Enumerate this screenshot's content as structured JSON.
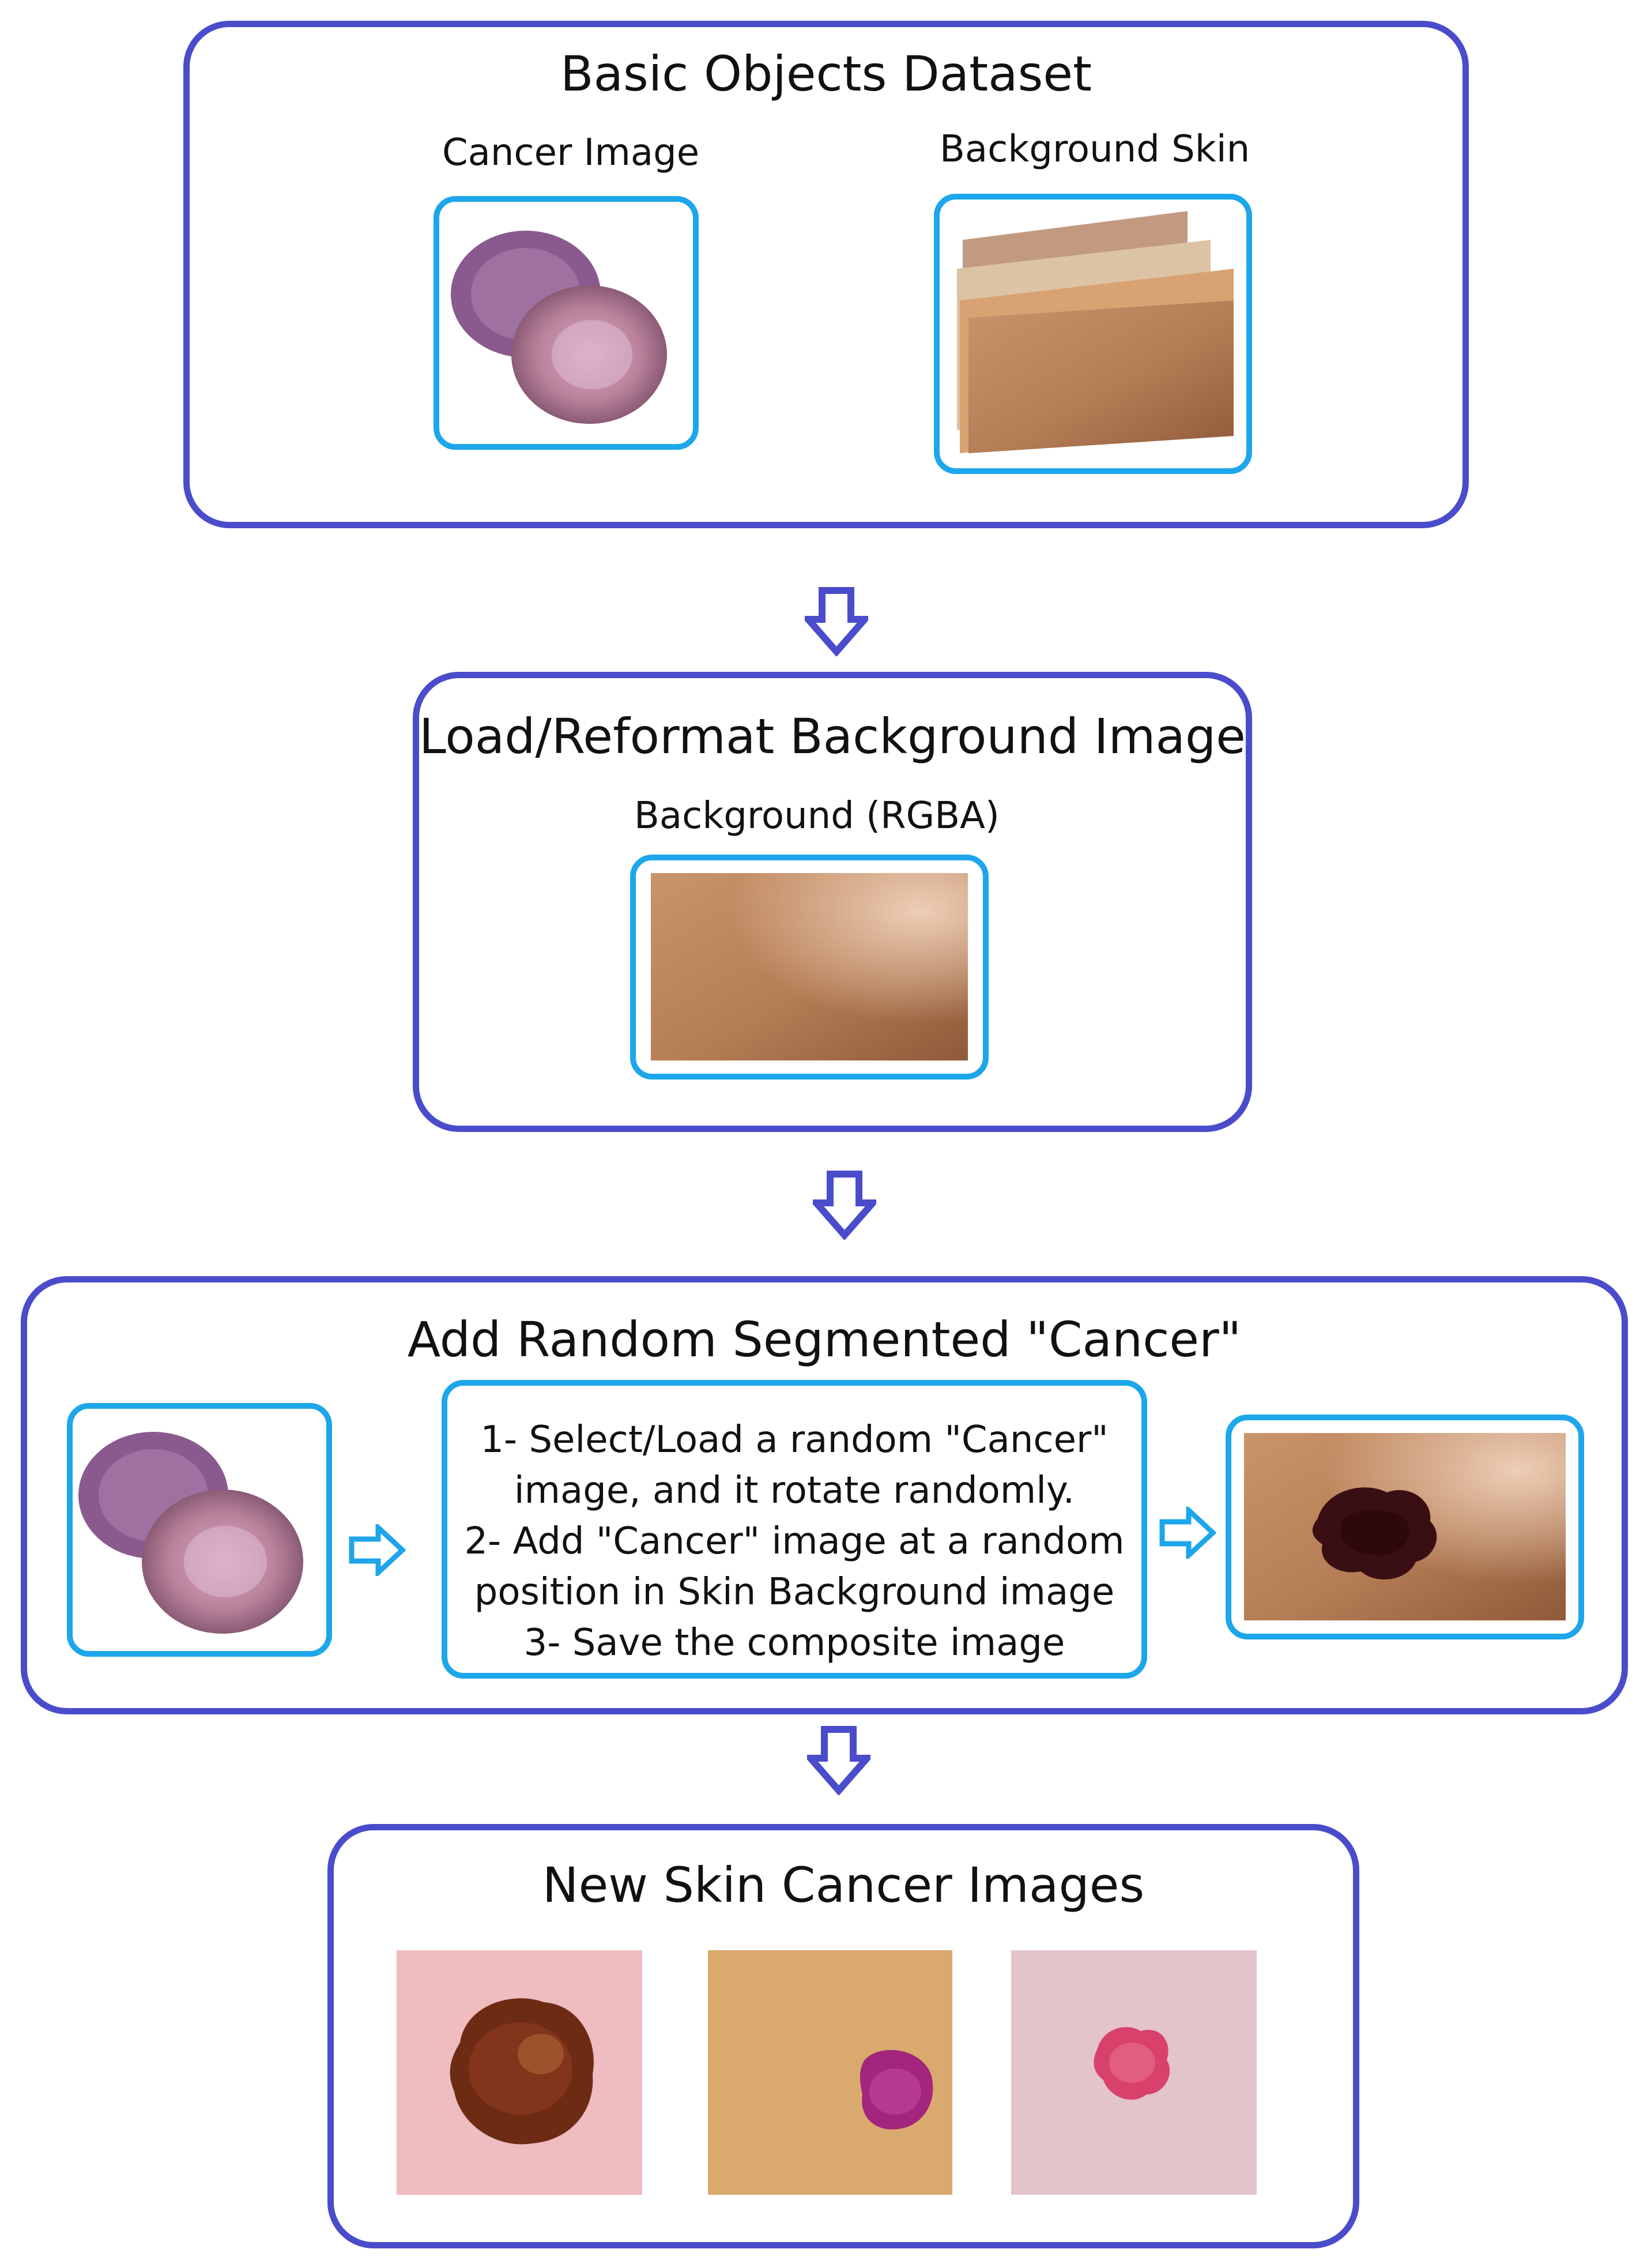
{
  "diagram": {
    "colors": {
      "panel_border": "#4a4ccc",
      "frame_border": "#1ea6ea",
      "flow_arrow": "#4a4ccc",
      "inline_arrow": "#1ea6ea"
    },
    "step1": {
      "title": "Basic Objects Dataset",
      "cancer_label": "Cancer Image",
      "skin_label": "Background Skin"
    },
    "step2": {
      "title": "Load/Reformat Background Image",
      "bg_label": "Background (RGBA)"
    },
    "step3": {
      "title": "Add Random Segmented \"Cancer\"",
      "process_lines": [
        "1- Select/Load a random \"Cancer\"",
        "image, and it rotate randomly.",
        "2- Add \"Cancer\" image at a random",
        "position in Skin Background image",
        "3- Save the composite image"
      ]
    },
    "step4": {
      "title": "New Skin Cancer Images"
    }
  }
}
